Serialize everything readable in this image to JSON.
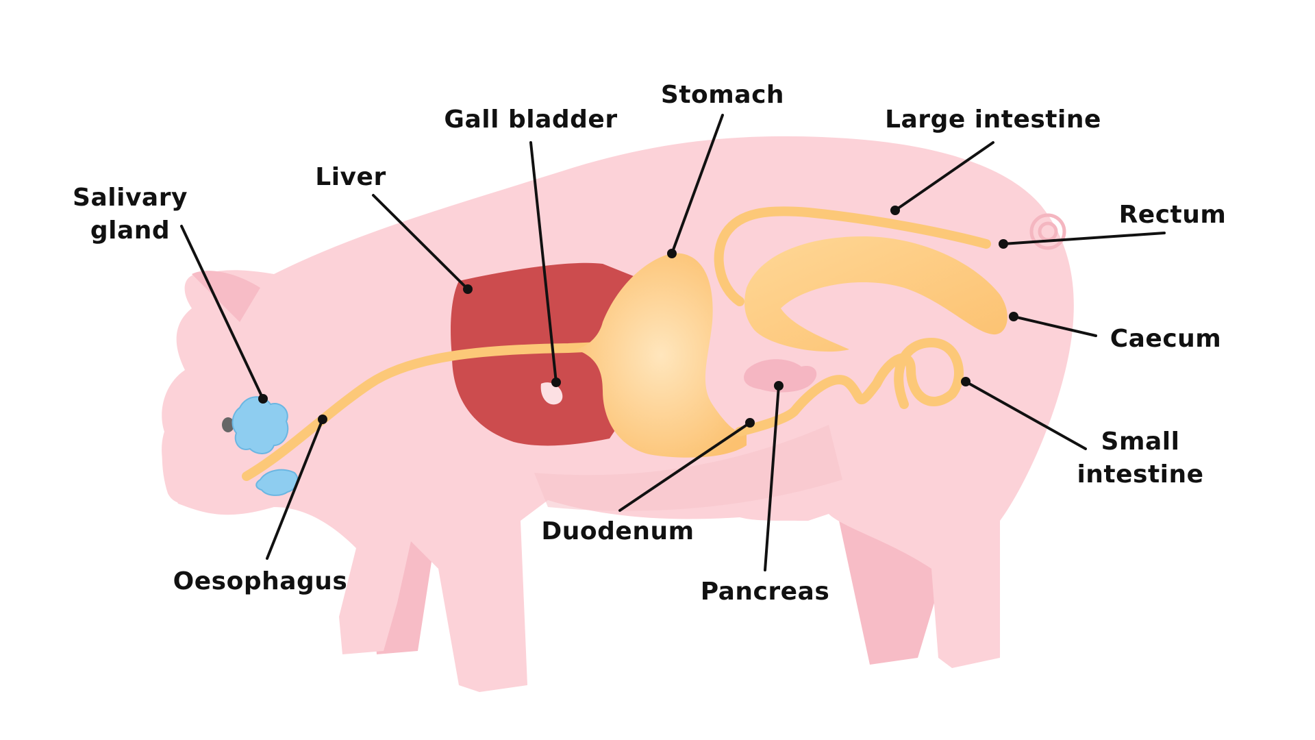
{
  "labels": {
    "salivary_line1": "Salivary",
    "salivary_line2": "gland",
    "liver": "Liver",
    "gall_bladder": "Gall bladder",
    "stomach": "Stomach",
    "large_intestine": "Large intestine",
    "rectum": "Rectum",
    "caecum": "Caecum",
    "small_line1": "Small",
    "small_line2": "intestine",
    "pancreas": "Pancreas",
    "duodenum": "Duodenum",
    "oesophagus": "Oesophagus"
  },
  "colors": {
    "pig_body": "#fcd2d8",
    "pig_shade": "#f7bcc6",
    "liver": "#cc4c4e",
    "gut": "#fcc878",
    "gut_light": "#ffe2b0",
    "salivary": "#8ecdf0",
    "pancreas": "#f5b6c2",
    "text": "#111111"
  }
}
